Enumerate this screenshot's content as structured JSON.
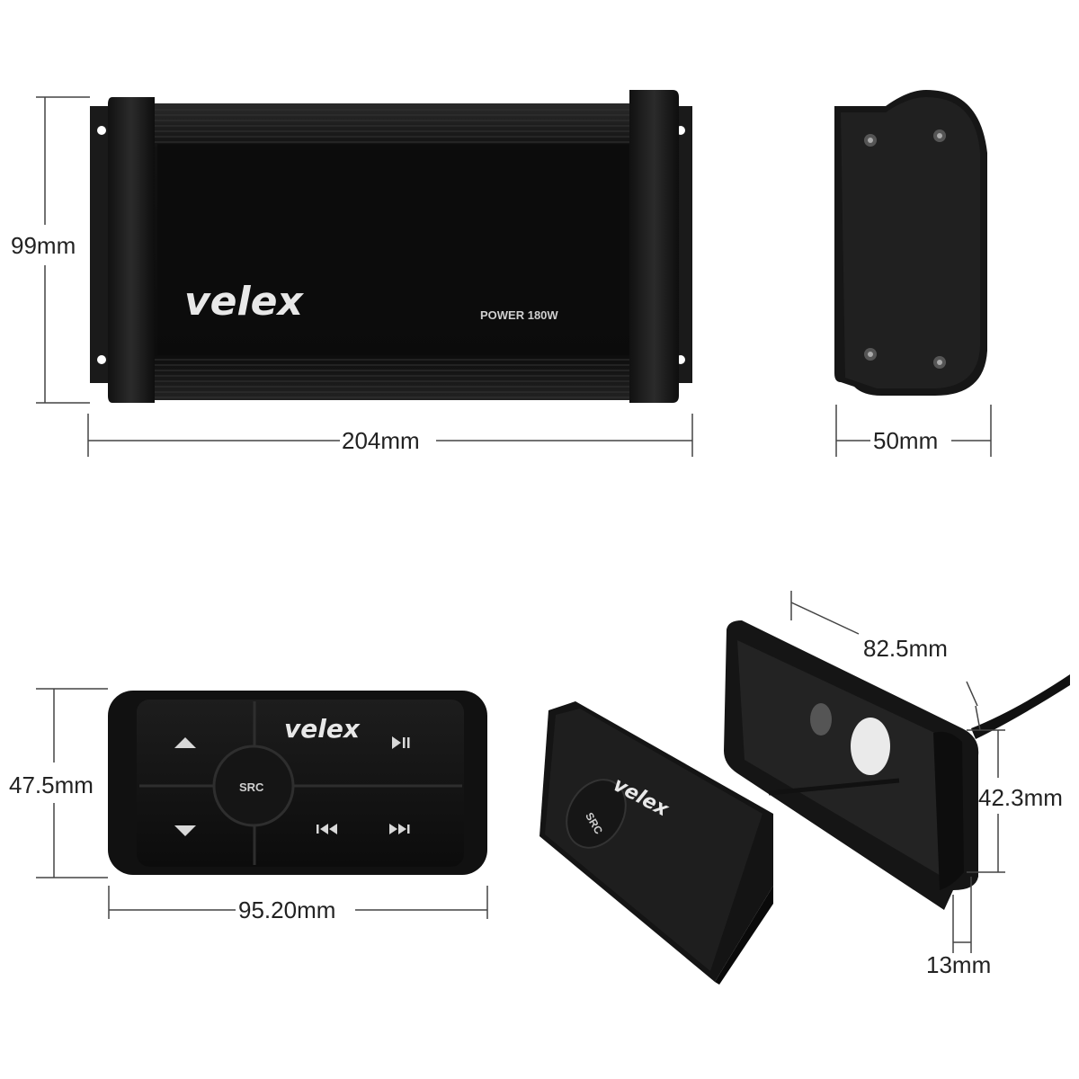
{
  "amplifier": {
    "brand": "velex",
    "power_label": "POWER 180W",
    "height_label": "99mm",
    "width_label": "204mm",
    "depth_label": "50mm"
  },
  "remote": {
    "brand": "velex",
    "src_label": "SRC",
    "height_label": "47.5mm",
    "width_label": "95.20mm"
  },
  "bracket": {
    "width_label": "82.5mm",
    "height_label": "42.3mm",
    "depth_label": "13mm"
  },
  "remote_angled": {
    "brand": "velex",
    "src_label": "SRC"
  },
  "icons": [
    "arrow-up-icon",
    "arrow-down-icon",
    "play-pause-icon",
    "previous-icon",
    "next-icon"
  ]
}
